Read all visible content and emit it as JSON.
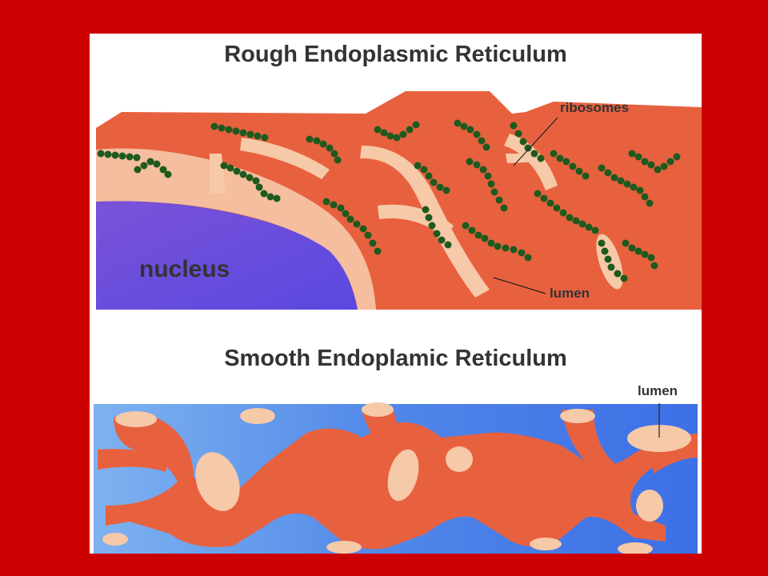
{
  "rough": {
    "title": "Rough Endoplasmic Reticulum",
    "labels": {
      "ribosomes": "ribosomes",
      "nucleus": "nucleus",
      "lumen": "lumen"
    }
  },
  "smooth": {
    "title": "Smooth Endoplamic Reticulum",
    "labels": {
      "lumen": "lumen"
    }
  },
  "colors": {
    "background": "#cc0000",
    "membrane": "#e8613f",
    "lumen": "#f6c9a8",
    "nucleus": "#6a4fd6",
    "ribosome": "#1e5a1e",
    "cytoplasm_blue": "#4f86e8"
  }
}
